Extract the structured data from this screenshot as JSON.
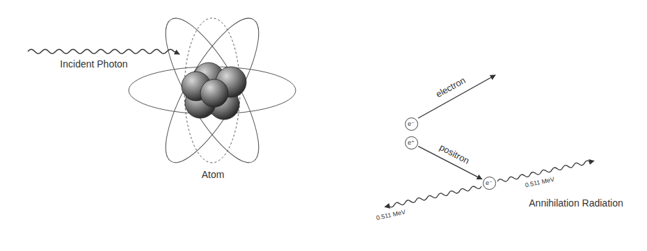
{
  "diagram": {
    "nodes": [
      {
        "text": [
          "e⁻"
        ]
      },
      {
        "text": [
          "e⁺"
        ]
      },
      {
        "text": [
          "e⁻"
        ]
      }
    ],
    "edges": [
      {
        "from": 1,
        "to": 2,
        "arrow": "to",
        "label": "positron"
      }
    ],
    "labels": [
      "Incident Photon",
      "Atom",
      "electron",
      "0.511 MeV",
      "0.511 MeV",
      "Annihilation Radiation"
    ]
  }
}
